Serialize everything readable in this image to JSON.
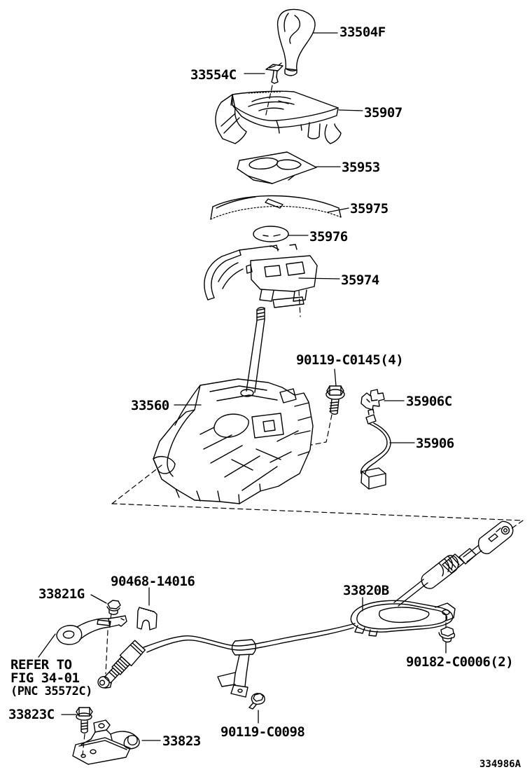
{
  "diagram": {
    "background_color": "#ffffff",
    "line_color": "#000000",
    "drawing_code": "334986A",
    "note": {
      "line1": "REFER TO",
      "line2": "FIG 34-01",
      "line3": "(PNC 35572C)"
    },
    "parts": [
      {
        "label": "33504F"
      },
      {
        "label": "33554C"
      },
      {
        "label": "35907"
      },
      {
        "label": "35953"
      },
      {
        "label": "35975"
      },
      {
        "label": "35976"
      },
      {
        "label": "35974"
      },
      {
        "label": "33560"
      },
      {
        "label": "90119-C0145(4)"
      },
      {
        "label": "35906C"
      },
      {
        "label": "35906"
      },
      {
        "label": "33821G"
      },
      {
        "label": "90468-14016"
      },
      {
        "label": "33820B"
      },
      {
        "label": "90182-C0006(2)"
      },
      {
        "label": "33823C"
      },
      {
        "label": "33823"
      },
      {
        "label": "90119-C0098"
      }
    ]
  }
}
